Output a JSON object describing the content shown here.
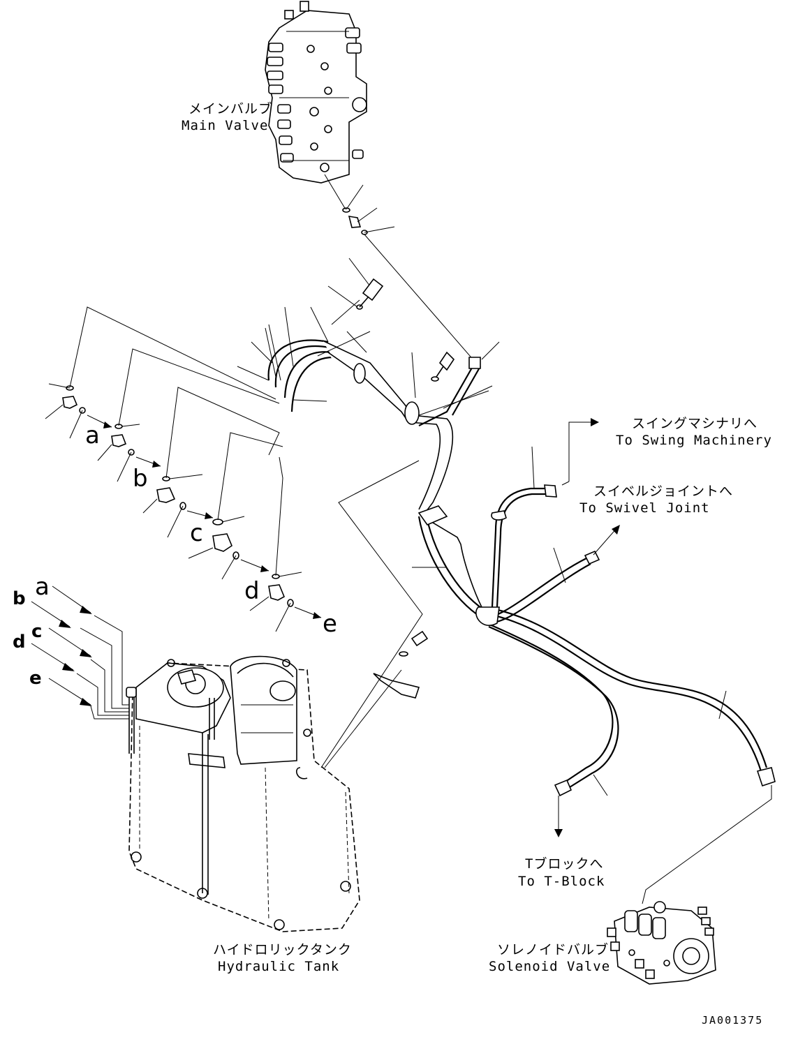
{
  "labels": {
    "main_valve_jp": "メインバルブ",
    "main_valve_en": "Main Valve",
    "swing_machinery_jp": "スイングマシナリへ",
    "swing_machinery_en": "To Swing Machinery",
    "swivel_joint_jp": "スイベルジョイントへ",
    "swivel_joint_en": "To Swivel Joint",
    "t_block_jp": "Tブロックへ",
    "t_block_en": "To T-Block",
    "hydraulic_tank_jp": "ハイドロリックタンク",
    "hydraulic_tank_en": "Hydraulic Tank",
    "solenoid_valve_jp": "ソレノイドバルブ",
    "solenoid_valve_en": "Solenoid Valve"
  },
  "letters": {
    "a": "a",
    "b": "b",
    "c": "c",
    "d": "d",
    "e": "e"
  },
  "drawing_code": "JA001375"
}
